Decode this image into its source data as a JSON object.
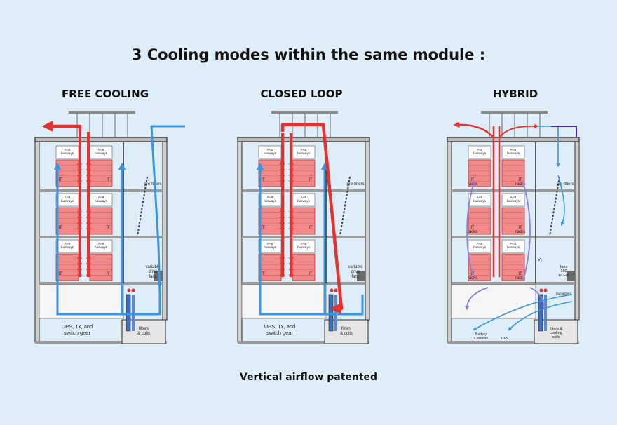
{
  "title": "3 Cooling modes within the same module :",
  "caption": "Vertical airflow patented",
  "colors": {
    "hot": "#e5312f",
    "cold": "#3a96e0",
    "purple": "#8f7fd8",
    "rack": "#f08a8a",
    "background": "#deeef8",
    "building": "#2b2b2b"
  },
  "modes": [
    {
      "title": "FREE COOLING",
      "busways": "A+B busways",
      "it": "IT",
      "prefilters": "pre-filters",
      "fans": "variable drive fans",
      "ups": "UPS, Tx, and switch gear",
      "filters": "filters & coils"
    },
    {
      "title": "CLOSED LOOP",
      "busways": "A+B busways",
      "it": "IT",
      "prefilters": "pre-filters",
      "fans": "variable drive fans",
      "ups": "UPS, Tx, and switch gear",
      "filters": "filters & coils"
    },
    {
      "title": "HYBRID",
      "busways": "A+B busways",
      "it": "IT racks",
      "prefilters": "pre-filters",
      "fans": "fans 160 kCFM",
      "vfd": "Vₓ",
      "humidifiers": "humidifiers",
      "battery": "Battery Cabinets",
      "ups": "UPS",
      "filters": "filters & cooling coils"
    }
  ]
}
